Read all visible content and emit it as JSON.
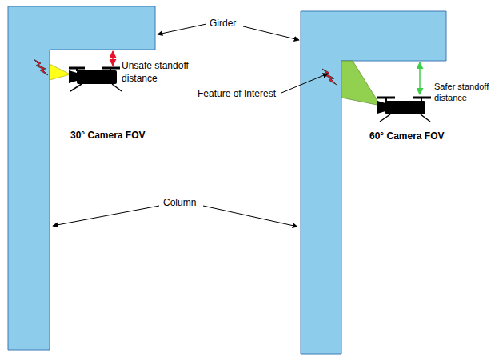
{
  "diagram": {
    "labels": [
      "Girder",
      "Unsafe standoff distance",
      "Feature of Interest",
      "Safer standoff distance",
      "30° Camera FOV",
      "60° Camera FOV",
      "Column"
    ]
  }
}
